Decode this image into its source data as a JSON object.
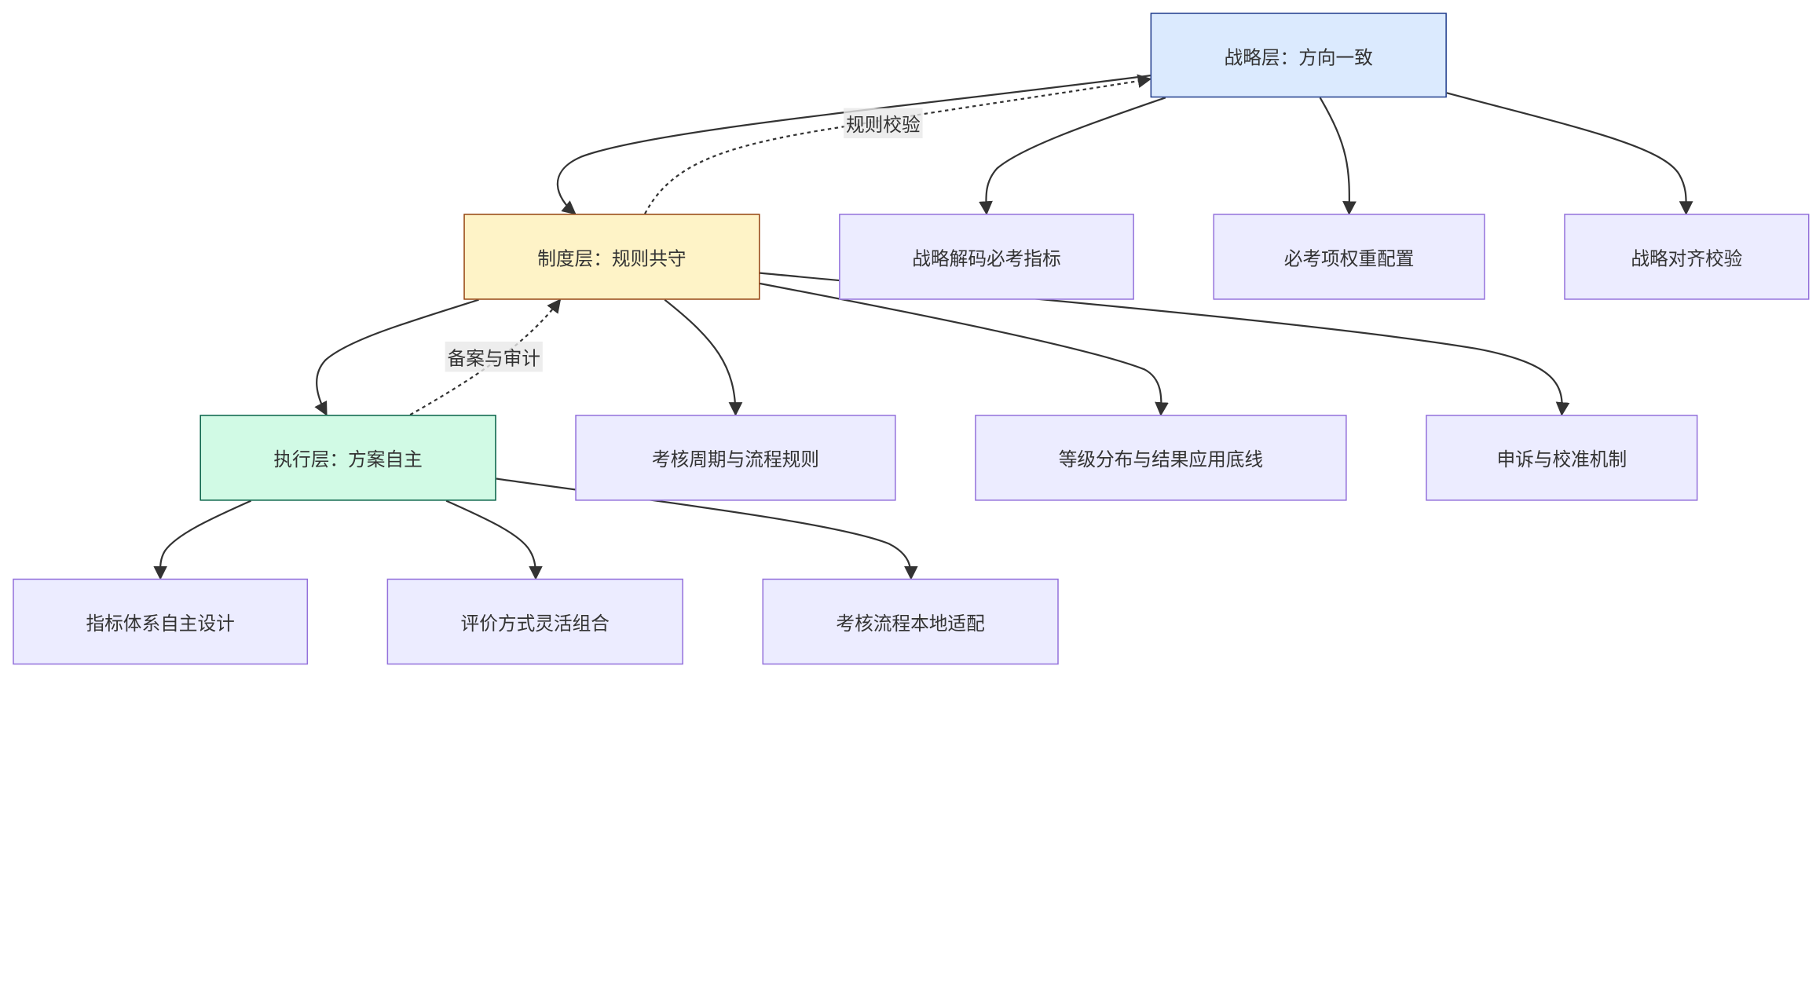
{
  "nodes": {
    "strategy": "战略层：方向一致",
    "system": "制度层：规则共守",
    "execution": "执行层：方案自主",
    "s1": "战略解码必考指标",
    "s2": "必考项权重配置",
    "s3": "战略对齐校验",
    "r1": "考核周期与流程规则",
    "r2": "等级分布与结果应用底线",
    "r3": "申诉与校准机制",
    "e1": "指标体系自主设计",
    "e2": "评价方式灵活组合",
    "e3": "考核流程本地适配"
  },
  "edge_labels": {
    "rule_check": "规则校验",
    "filing_audit": "备案与审计"
  },
  "colors": {
    "strategy_fill": "#dbeafe",
    "strategy_border": "#1e3a8a",
    "system_fill": "#fef3c7",
    "system_border": "#92400e",
    "execution_fill": "#d1fae5",
    "execution_border": "#065f46",
    "leaf_fill": "#ececff",
    "leaf_border": "#9370db",
    "edge": "#333333"
  }
}
